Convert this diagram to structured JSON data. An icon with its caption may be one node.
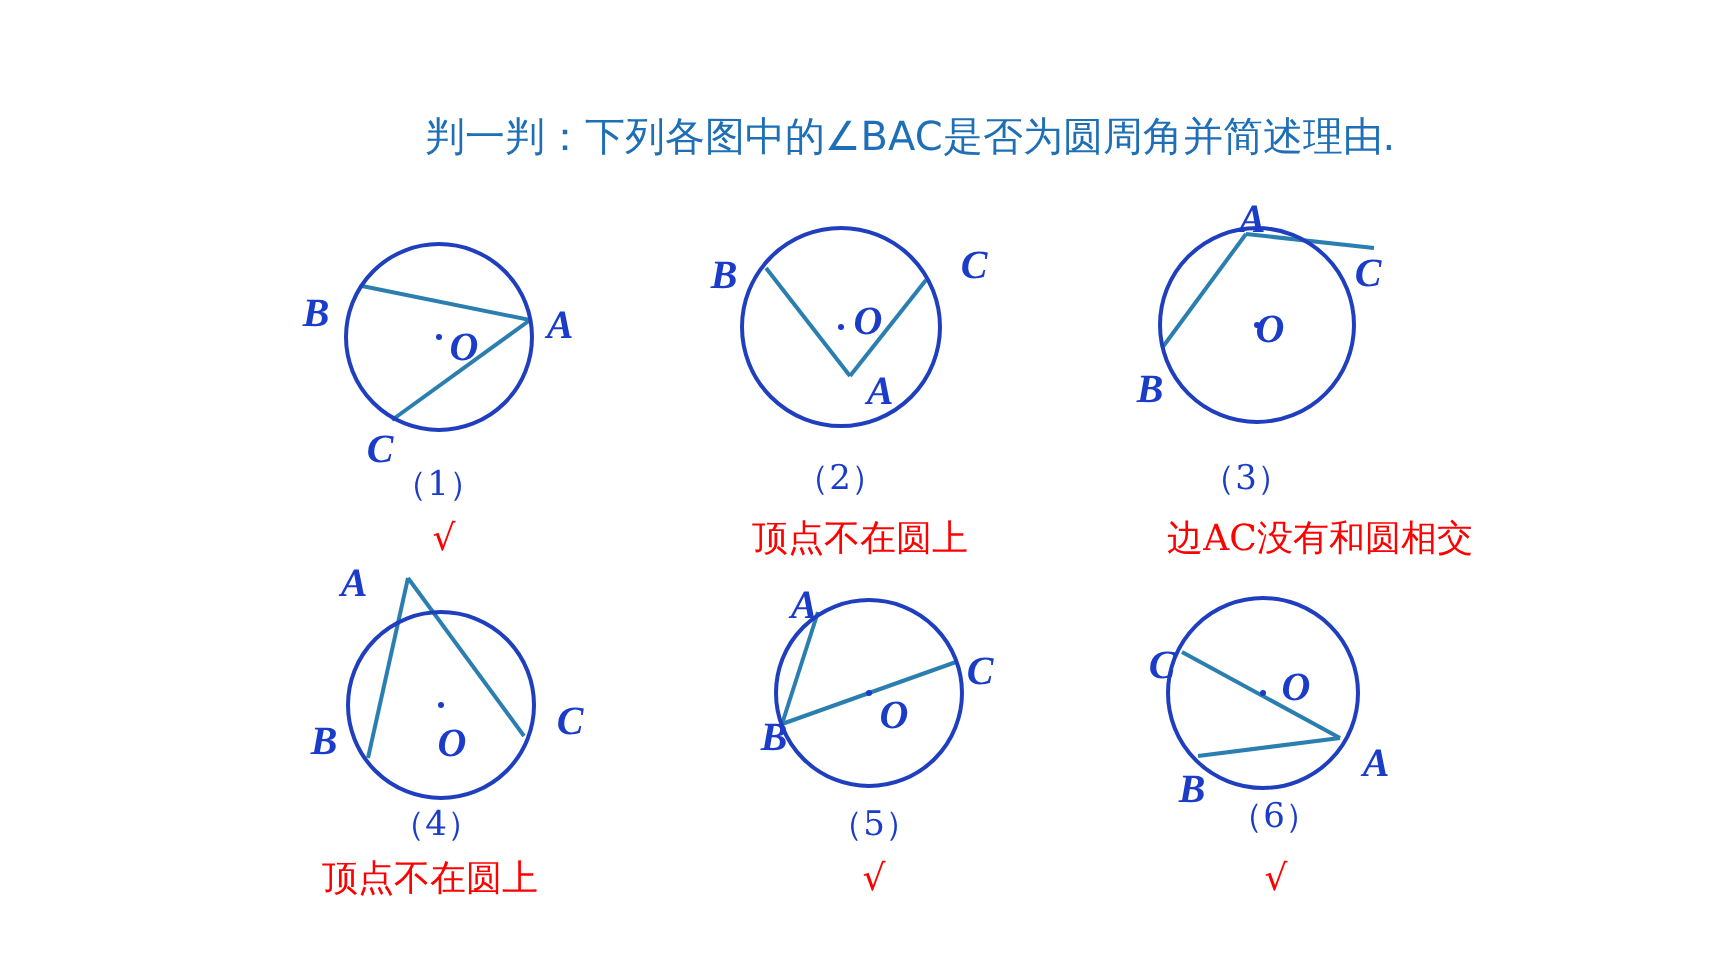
{
  "diagram": {
    "title": "判一判：下列各图中的∠BAC是否为圆周角并简述理由.",
    "nodes": [
      {
        "text": [
          "O"
        ],
        "beside": [
          "（1）",
          "√"
        ]
      },
      {
        "text": [
          "O"
        ],
        "beside": [
          "（2）",
          "顶点不在圆上"
        ]
      },
      {
        "text": [
          "O"
        ],
        "beside": [
          "（3）",
          "边AC没有和圆相交"
        ]
      },
      {
        "text": [
          "O"
        ],
        "beside": [
          "（4）",
          "顶点不在圆上"
        ]
      },
      {
        "text": [
          "O"
        ],
        "beside": [
          "（5）",
          "√"
        ]
      },
      {
        "text": [
          "O"
        ],
        "beside": [
          "（6）",
          "√"
        ]
      }
    ],
    "labels": [
      "B",
      "A",
      "C",
      "B",
      "C",
      "A",
      "A",
      "C",
      "B",
      "A",
      "B",
      "C",
      "A",
      "C",
      "B",
      "C",
      "A",
      "B"
    ]
  }
}
